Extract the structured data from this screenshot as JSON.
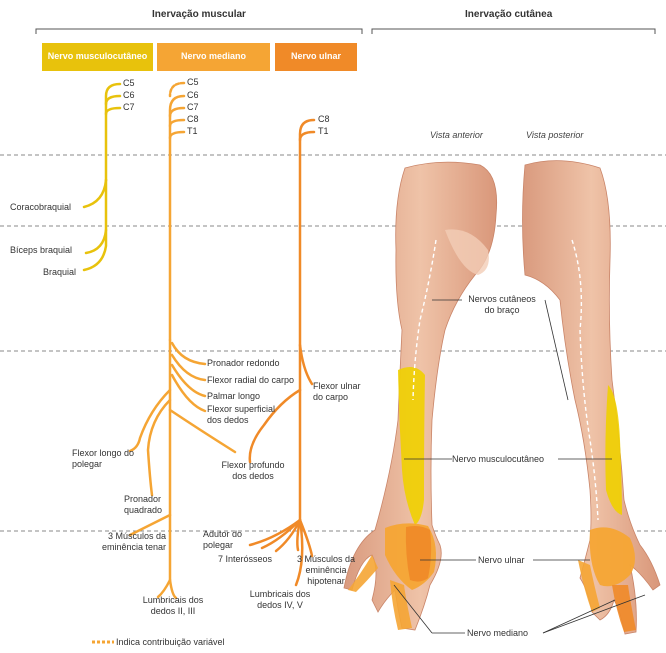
{
  "sections": {
    "muscular": "Inervação muscular",
    "cutaneous": "Inervação cutânea"
  },
  "nerves": {
    "musculocutaneous": {
      "label": "Nervo musculocutâneo",
      "color": "#e8c20c"
    },
    "median": {
      "label": "Nervo mediano",
      "color": "#f5a534"
    },
    "ulnar": {
      "label": "Nervo ulnar",
      "color": "#f08a28"
    }
  },
  "roots": {
    "musculocutaneous": [
      "C5",
      "C6",
      "C7"
    ],
    "median": [
      "C5",
      "C6",
      "C7",
      "C8",
      "T1"
    ],
    "ulnar": [
      "C8",
      "T1"
    ]
  },
  "muscles": {
    "coracobrachialis": "Coracobraquial",
    "biceps": "Bíceps braquial",
    "brachialis": "Braquial",
    "pronator_teres": "Pronador redondo",
    "fcr": "Flexor radial do carpo",
    "palmaris": "Palmar longo",
    "fds": "Flexor superficial dos dedos",
    "fpl": "Flexor longo do polegar",
    "fdp": "Flexor profundo dos dedos",
    "fcu": "Flexor ulnar do carpo",
    "pronator_quadratus": "Pronador quadrado",
    "thenar": "3 Músculos da eminência tenar",
    "adductor": "Adutor do polegar",
    "interossei": "7 Interósseos",
    "hypothenar": "3 Músculos da eminência hipotenar",
    "lumbricals_median": "Lumbricais dos dedos II, III",
    "lumbricals_ulnar": "Lumbricais dos dedos IV, V"
  },
  "views": {
    "anterior": "Vista anterior",
    "posterior": "Vista posterior"
  },
  "cutaneous_labels": {
    "arm": "Nervos cutâneos do braço",
    "musculocutaneous": "Nervo musculocutâneo",
    "ulnar": "Nervo ulnar",
    "median": "Nervo mediano"
  },
  "legend": "Indica contribuição variável"
}
